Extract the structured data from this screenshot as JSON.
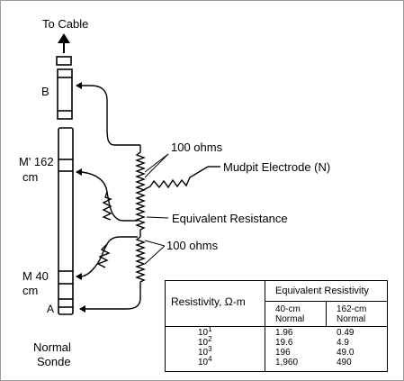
{
  "labels": {
    "to_cable": "To Cable",
    "b": "B",
    "m_prime_1": "M' 162",
    "m_prime_2": "cm",
    "m_1": "M 40",
    "m_2": "cm",
    "a": "A",
    "normal_1": "Normal",
    "normal_2": "Sonde",
    "ohms_top": "100 ohms",
    "mudpit": "Mudpit Electrode (N)",
    "equivalent": "Equivalent Resistance",
    "ohms_bottom": "100 ohms"
  },
  "table": {
    "col0_header": "Resistivity, Ω-m",
    "group_header": "Equivalent Resistivity",
    "col1_header_1": "40-cm",
    "col1_header_2": "Normal",
    "col2_header_1": "162-cm",
    "col2_header_2": "Normal",
    "rows": [
      {
        "base": "10",
        "exp": "1",
        "v40": "1.96",
        "v162": "0.49"
      },
      {
        "base": "10",
        "exp": "2",
        "v40": "19.6",
        "v162": "4.9"
      },
      {
        "base": "10",
        "exp": "3",
        "v40": "196",
        "v162": "49.0"
      },
      {
        "base": "10",
        "exp": "4",
        "v40": "1,960",
        "v162": "490"
      }
    ]
  }
}
